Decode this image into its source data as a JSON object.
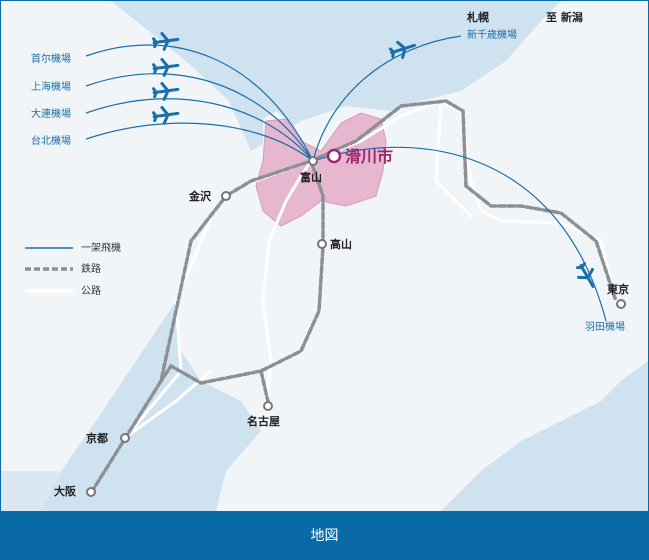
{
  "footer": {
    "title": "地図"
  },
  "origin_airports": [
    "首尔機場",
    "上海機場",
    "大連機場",
    "台北機場"
  ],
  "north": {
    "city": "札幌",
    "airport": "新千歳機場",
    "niigata": "至 新潟"
  },
  "highlight_city": "滑川市",
  "cities": {
    "toyama": "富山",
    "kanazawa": "金沢",
    "takayama": "高山",
    "nagoya": "名古屋",
    "kyoto": "京都",
    "osaka": "大阪",
    "tokyo": "東京",
    "haneda": "羽田機場"
  },
  "legend": {
    "air": "一架飛機",
    "rail": "鉄路",
    "road": "公路"
  },
  "colors": {
    "air": "#1a6fa8",
    "highlight": "#a0286e",
    "region": "#e6b7cf",
    "sea": "#cfe2ef",
    "land": "#f1f5f8"
  },
  "icons": {
    "plane": "plane-icon"
  }
}
